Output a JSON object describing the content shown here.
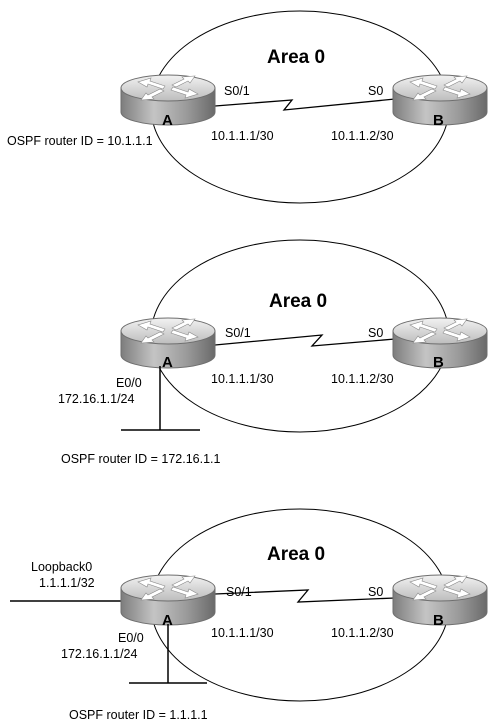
{
  "panels": [
    {
      "area_label": "Area 0",
      "router_a_letter": "A",
      "router_b_letter": "B",
      "a_serial": "S0/1",
      "b_serial": "S0",
      "a_serial_ip": "10.1.1.1/30",
      "b_serial_ip": "10.1.1.2/30",
      "router_id": "OSPF router ID = 10.1.1.1"
    },
    {
      "area_label": "Area 0",
      "router_a_letter": "A",
      "router_b_letter": "B",
      "a_serial": "S0/1",
      "b_serial": "S0",
      "a_serial_ip": "10.1.1.1/30",
      "b_serial_ip": "10.1.1.2/30",
      "ethernet_if": "E0/0",
      "ethernet_ip": "172.16.1.1/24",
      "router_id": "OSPF router ID = 172.16.1.1"
    },
    {
      "area_label": "Area 0",
      "router_a_letter": "A",
      "router_b_letter": "B",
      "a_serial": "S0/1",
      "b_serial": "S0",
      "a_serial_ip": "10.1.1.1/30",
      "b_serial_ip": "10.1.1.2/30",
      "ethernet_if": "E0/0",
      "ethernet_ip": "172.16.1.1/24",
      "loopback_if": "Loopback0",
      "loopback_ip": "1.1.1.1/32",
      "router_id": "OSPF router ID = 1.1.1.1"
    }
  ],
  "colors": {
    "router_top": "#e0e0e0",
    "router_body": "#9a9a9a",
    "router_edge": "#6e6e6e",
    "line": "#000000"
  }
}
